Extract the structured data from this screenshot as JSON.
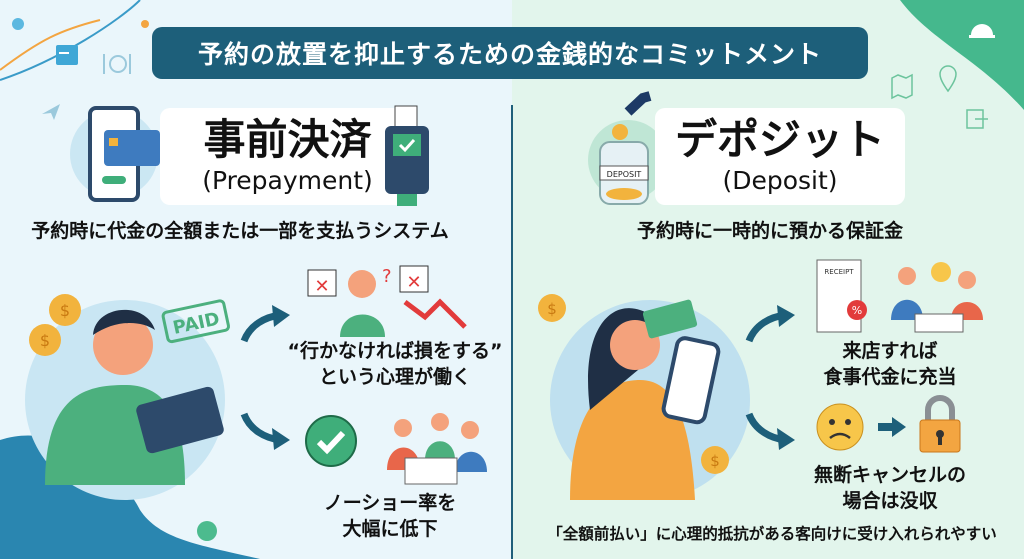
{
  "banner": {
    "title": "予約の放置を抑止するための金銭的なコミットメント"
  },
  "left": {
    "title": "事前決済",
    "title_en": "(Prepayment)",
    "subtitle": "予約時に代金の全額または一部を支払うシステム",
    "badge": "PAID",
    "effect1": [
      "“行かなければ損をする”",
      "という心理が働く"
    ],
    "effect2": [
      "ノーショー率を",
      "大幅に低下"
    ]
  },
  "right": {
    "title": "デポジット",
    "title_en": "(Deposit)",
    "subtitle": "予約時に一時的に預かる保証金",
    "jar_label": "DEPOSIT",
    "receipt_label": "RECEIPT",
    "effect1": [
      "来店すれば",
      "食事代金に充当"
    ],
    "effect2": [
      "無断キャンセルの",
      "場合は没収"
    ],
    "note": "「全額前払い」に心理的抵抗がある客向けに受け入れられやすい"
  },
  "colors": {
    "navy": "#1d5f7a",
    "green": "#3fae7a",
    "orange": "#f3a541",
    "coin": "#f2b33d",
    "red": "#e23b3b"
  }
}
